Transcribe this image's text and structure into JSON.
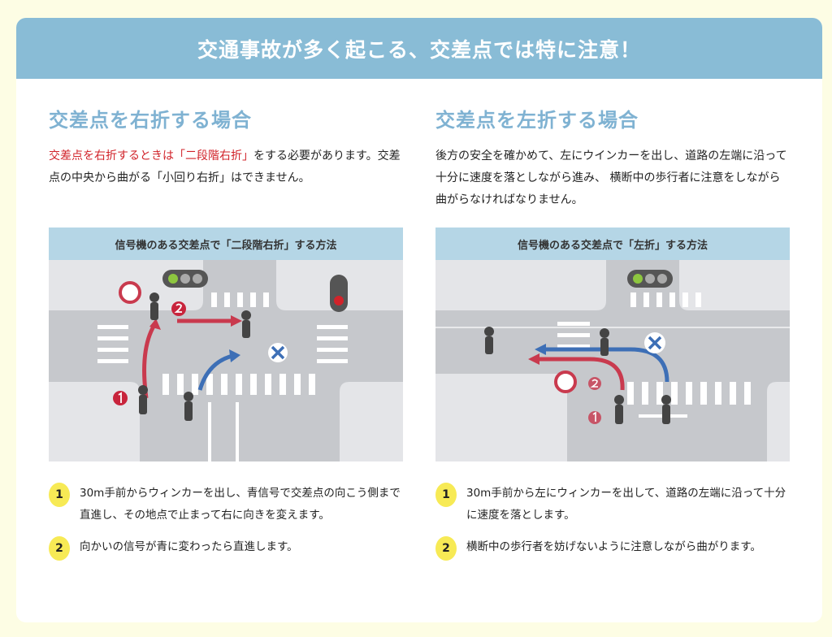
{
  "banner": {
    "title": "交通事故が多く起こる、交差点では特に注意！"
  },
  "right_turn": {
    "heading": "交差点を右折する場合",
    "desc_red": "交差点を右折するときは「二段階右折」",
    "desc_rest": "をする必要があります。交差点の中央から曲がる「小回り右折」はできません。",
    "diagram_title": "信号機のある交差点で「二段階右折」する方法",
    "steps": [
      {
        "num": "1",
        "text": "30m手前からウィンカーを出し、青信号で交差点の向こう側まで直進し、その地点で止まって右に向きを変えます。"
      },
      {
        "num": "2",
        "text": "向かいの信号が青に変わったら直進します。"
      }
    ]
  },
  "left_turn": {
    "heading": "交差点を左折する場合",
    "desc": "後方の安全を確かめて、左にウインカーを出し、道路の左端に沿って十分に速度を落としながら進み、 横断中の歩行者に注意をしながら曲がらなければなりません。",
    "diagram_title": "信号機のある交差点で「左折」する方法",
    "steps": [
      {
        "num": "1",
        "text": "30m手前から左にウィンカーを出して、道路の左端に沿って十分に速度を落とします。"
      },
      {
        "num": "2",
        "text": "横断中の歩行者を妨げないように注意しながら曲がります。"
      }
    ]
  },
  "colors": {
    "banner": "#89bcd6",
    "heading": "#7fb2d2",
    "accent_red": "#d1232a",
    "step_badge": "#f7ea55",
    "ok_arrow": "#c93a4e",
    "ng_arrow": "#3d6fb6"
  }
}
